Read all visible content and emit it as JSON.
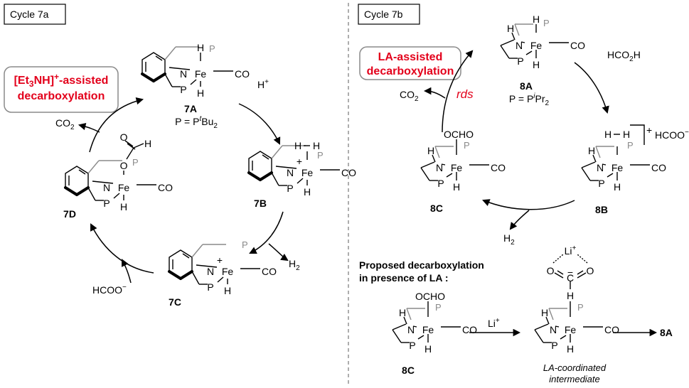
{
  "left_panel": {
    "title": "Cycle 7a",
    "assist_label_line1_pre": "[Et",
    "assist_label_line1_sub": "3",
    "assist_label_line1_mid": "NH]",
    "assist_label_line1_sup": "+",
    "assist_label_line1_post": "-assisted",
    "assist_label_line2": "decarboxylation",
    "byproduct_co2": "CO",
    "byproduct_co2_sub": "2",
    "reagent_hplus": "H",
    "reagent_hplus_sup": "+",
    "byproduct_h2": "H",
    "byproduct_h2_sub": "2",
    "reagent_formate": "HCOO",
    "reagent_formate_sup": "−",
    "compound_7A": "7A",
    "compound_7B": "7B",
    "compound_7C": "7C",
    "compound_7D": "7D",
    "ligand_def_pre": "P = P",
    "ligand_def_sup": "t",
    "ligand_def_post": "Bu",
    "ligand_def_sub": "2"
  },
  "right_panel": {
    "title": "Cycle 7b",
    "assist_label_line1": "LA-assisted",
    "assist_label_line2": "decarboxylation",
    "rds_label": "rds",
    "byproduct_co2": "CO",
    "byproduct_co2_sub": "2",
    "reagent_formic": "HCO",
    "reagent_formic_sub": "2",
    "reagent_formic_post": "H",
    "counterion": "HCOO",
    "counterion_sup": "−",
    "byproduct_h2": "H",
    "byproduct_h2_sub": "2",
    "compound_8A": "8A",
    "compound_8B": "8B",
    "compound_8C": "8C",
    "ligand_def_pre": "P = P",
    "ligand_def_sup": "i",
    "ligand_def_post": "Pr",
    "ligand_def_sub": "2"
  },
  "bottom_scheme": {
    "heading_line1": "Proposed decarboxylation",
    "heading_line2": "in presence of LA :",
    "reagent_li": "Li",
    "reagent_li_sup": "+",
    "li_cation": "Li",
    "li_cation_sup": "+",
    "oxygen": "O",
    "minus": "−",
    "carbon": "C",
    "compound_8C": "8C",
    "product": "8A",
    "intermediate_line1": "LA-coordinated",
    "intermediate_line2": "intermediate"
  },
  "atoms": {
    "fe": "Fe",
    "n": "N",
    "p": "P",
    "h": "H",
    "co": "CO",
    "o": "O",
    "ocho": "OCHO",
    "plus": "+"
  },
  "colors": {
    "accent_red": "#e3001b",
    "phosphine_gray": "#8a8a8a",
    "divider": "#777777"
  }
}
